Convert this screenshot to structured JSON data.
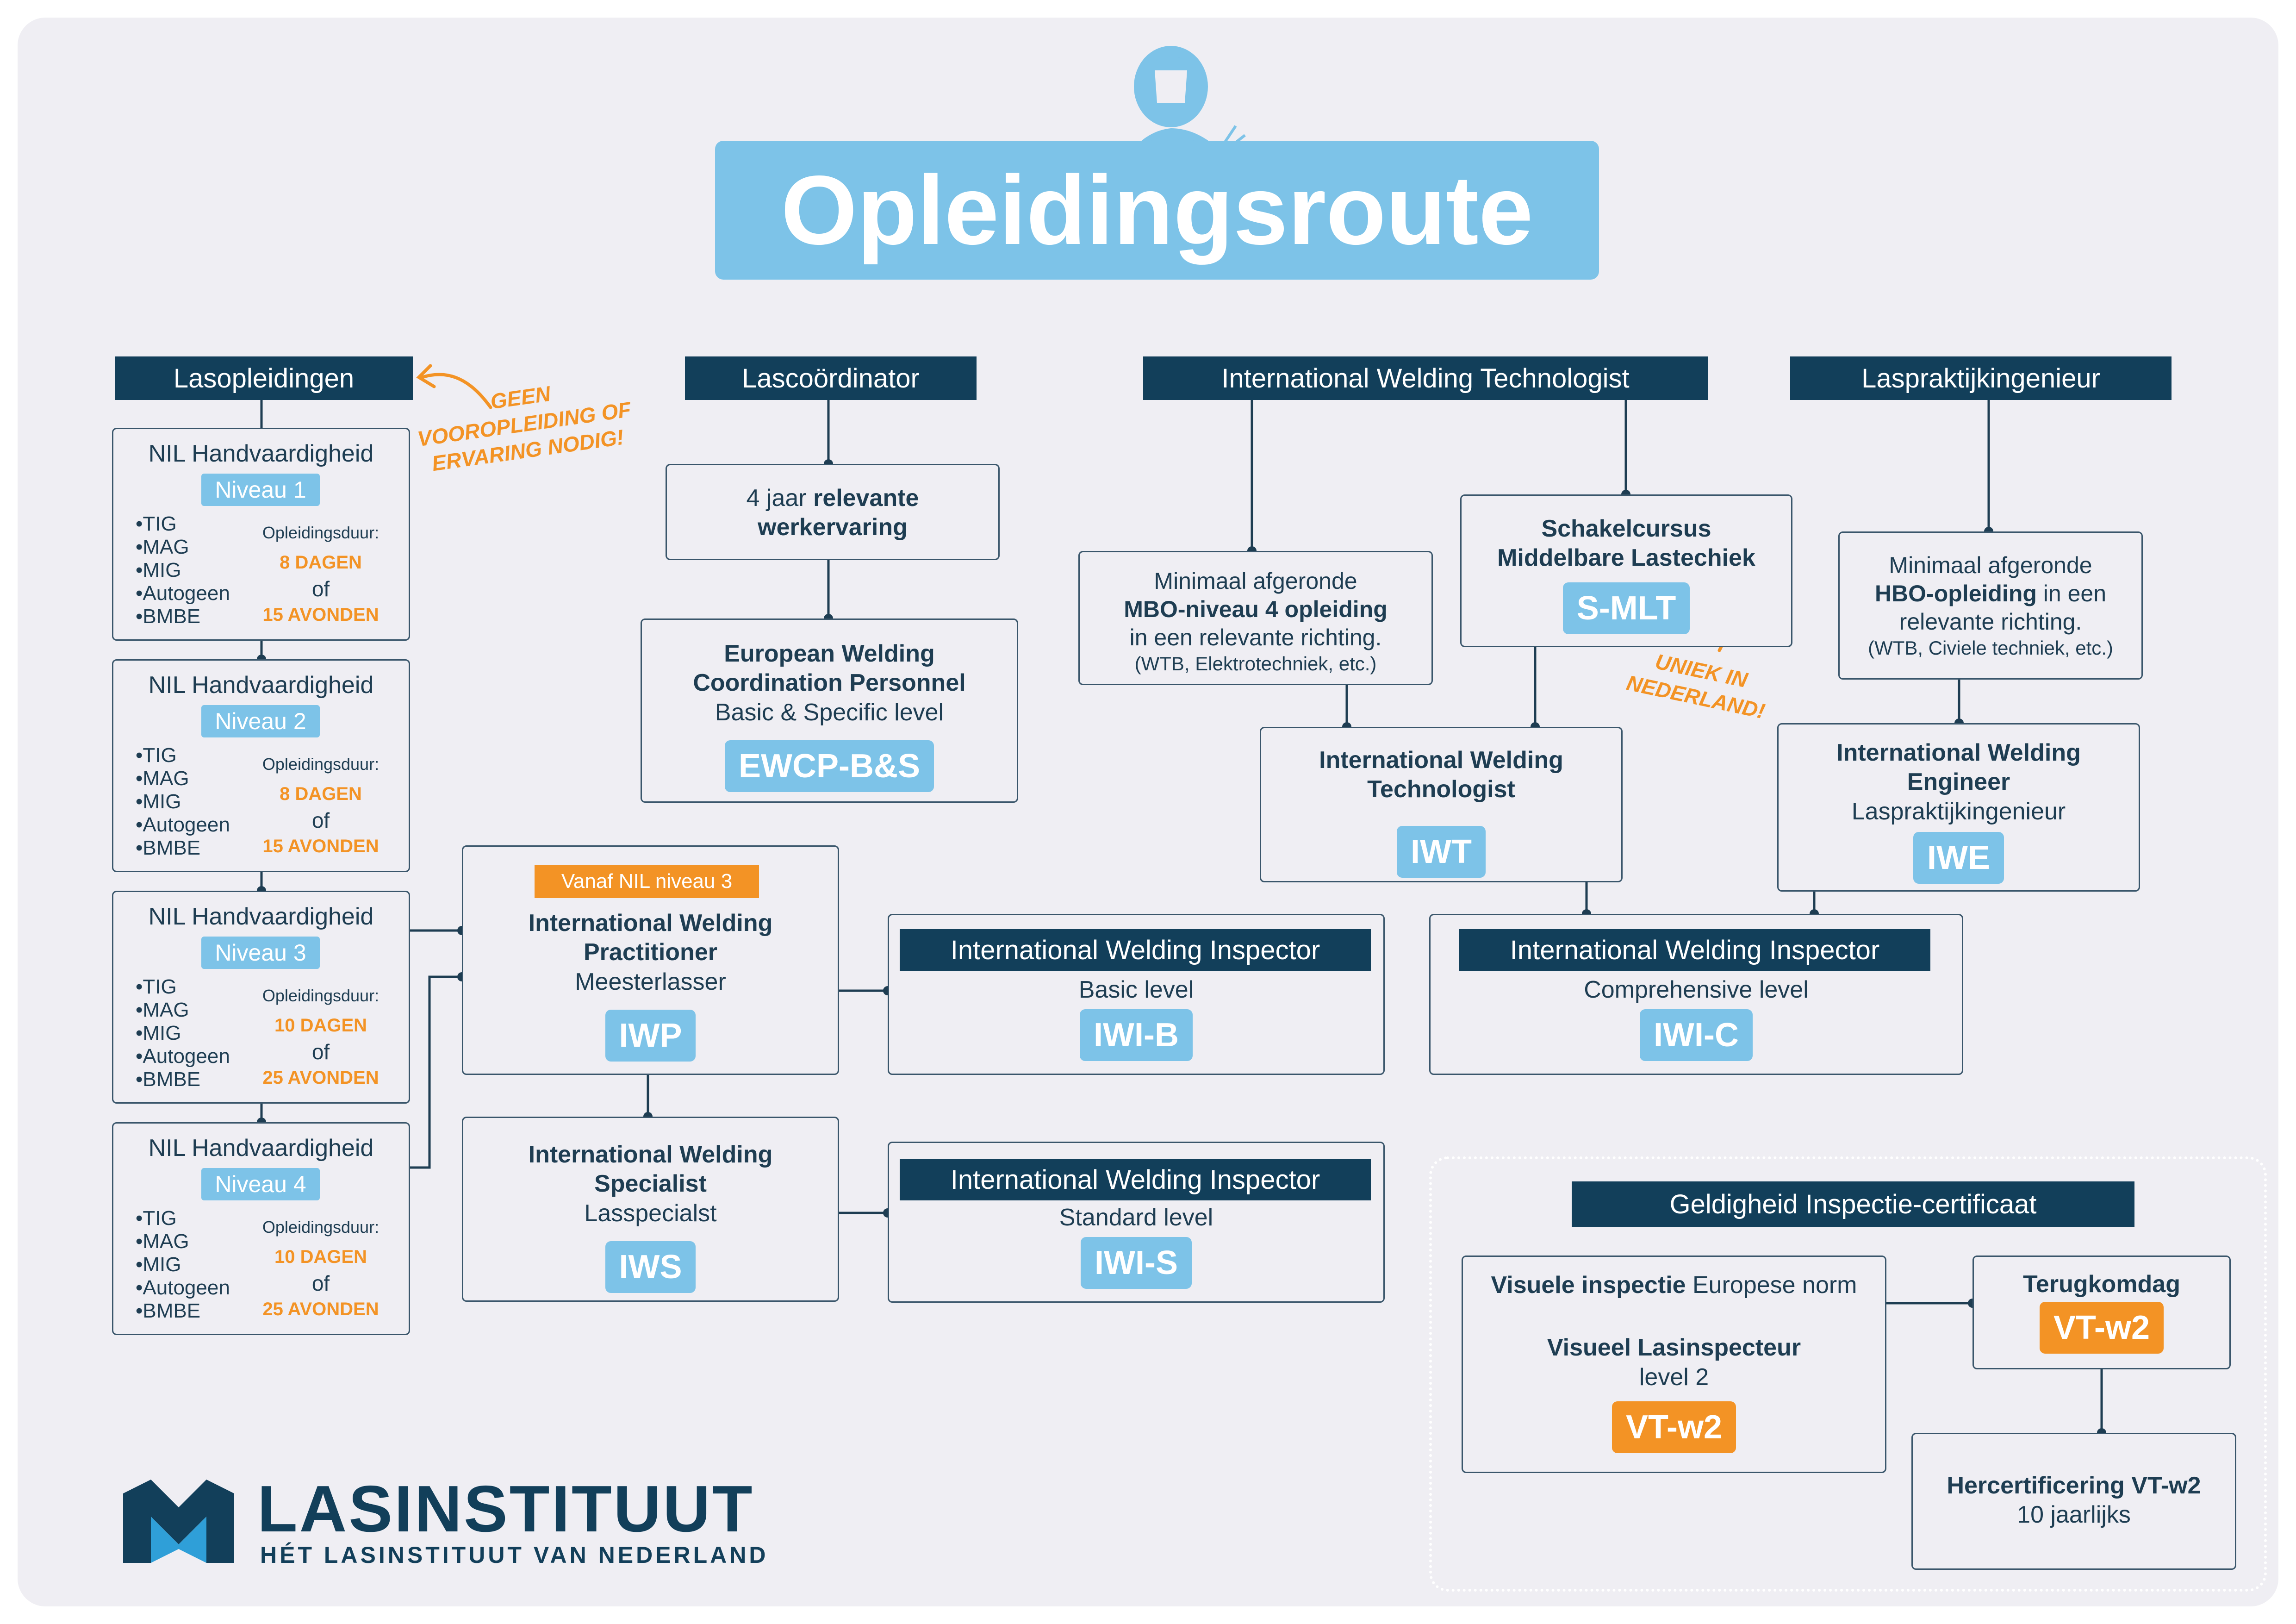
{
  "title": "Opleidingsroute",
  "headers": {
    "lasopleidingen": "Lasopleidingen",
    "lascoordinator": "Lascoördinator",
    "iwt": "International Welding Technologist",
    "laspraktijk": "Laspraktijkingenieur",
    "geldigheid": "Geldigheid Inspectie-certificaat"
  },
  "note_geen": [
    "GEEN",
    "VOOROPLEIDING OF",
    "ERVARING NODIG!"
  ],
  "note_uniek": [
    "UNIEK IN",
    "NEDERLAND!"
  ],
  "nil_levels": [
    {
      "title": "NIL Handvaardigheid",
      "level": "Niveau 1",
      "processes": [
        "TIG",
        "MAG",
        "MIG",
        "Autogeen",
        "BMBE"
      ],
      "duration_label": "Opleidingsduur:",
      "days": "8 DAGEN",
      "or": "of",
      "evenings": "15 AVONDEN"
    },
    {
      "title": "NIL Handvaardigheid",
      "level": "Niveau 2",
      "processes": [
        "TIG",
        "MAG",
        "MIG",
        "Autogeen",
        "BMBE"
      ],
      "duration_label": "Opleidingsduur:",
      "days": "8 DAGEN",
      "or": "of",
      "evenings": "15 AVONDEN"
    },
    {
      "title": "NIL Handvaardigheid",
      "level": "Niveau 3",
      "processes": [
        "TIG",
        "MAG",
        "MIG",
        "Autogeen",
        "BMBE"
      ],
      "duration_label": "Opleidingsduur:",
      "days": "10 DAGEN",
      "or": "of",
      "evenings": "25 AVONDEN"
    },
    {
      "title": "NIL Handvaardigheid",
      "level": "Niveau 4",
      "processes": [
        "TIG",
        "MAG",
        "MIG",
        "Autogeen",
        "BMBE"
      ],
      "duration_label": "Opleidingsduur:",
      "days": "10 DAGEN",
      "or": "of",
      "evenings": "25 AVONDEN"
    }
  ],
  "werkervaring": {
    "pre": "4 jaar ",
    "bold1": "relevante",
    "bold2": "werkervaring"
  },
  "ewcp": {
    "line1": "European Welding",
    "line2": "Coordination Personnel",
    "line3": "Basic & Specific level",
    "code": "EWCP-B&S"
  },
  "mbo": {
    "line1": "Minimaal afgeronde",
    "bold": "MBO-niveau 4 opleiding",
    "line3": "in een relevante richting.",
    "line4": "(WTB, Elektrotechniek, etc.)"
  },
  "smlt": {
    "line1": "Schakelcursus",
    "line2": "Middelbare Lastechiek",
    "code": "S-MLT"
  },
  "hbo": {
    "line1": "Minimaal afgeronde",
    "bold": "HBO-opleiding",
    "rest": " in een",
    "line3": "relevante richting.",
    "line4": "(WTB, Civiele techniek, etc.)"
  },
  "iwt_box": {
    "line1": "International Welding",
    "line2": "Technologist",
    "code": "IWT"
  },
  "iwe": {
    "line1": "International Welding",
    "line2": "Engineer",
    "line3": "Laspraktijkingenieur",
    "code": "IWE"
  },
  "iwp": {
    "badge": "Vanaf NIL niveau 3",
    "line1": "International Welding",
    "line2": "Practitioner",
    "line3": "Meesterlasser",
    "code": "IWP"
  },
  "iws": {
    "line1": "International Welding",
    "line2": "Specialist",
    "line3": "Lasspecialst",
    "code": "IWS"
  },
  "iwib": {
    "header": "International Welding Inspector",
    "level": "Basic level",
    "code": "IWI-B"
  },
  "iwic": {
    "header": "International Welding Inspector",
    "level": "Comprehensive level",
    "code": "IWI-C"
  },
  "iwis": {
    "header": "International Welding Inspector",
    "level": "Standard level",
    "code": "IWI-S"
  },
  "visueel": {
    "bold1": "Visuele inspectie",
    "rest1": " Europese norm",
    "bold2": "Visueel Lasinspecteur",
    "line3": "level 2",
    "code": "VT-w2"
  },
  "terugkom": {
    "title": "Terugkomdag",
    "code": "VT-w2"
  },
  "hercert": {
    "title": "Hercertificering VT-w2",
    "sub": "10 jaarlijks"
  },
  "logo": {
    "name": "LASINSTITUUT",
    "tagline": "HÉT LASINSTITUUT VAN NEDERLAND"
  },
  "colors": {
    "navy": "#123f5a",
    "sky": "#7dc3e8",
    "orange": "#f39325",
    "background": "#efeef3"
  }
}
